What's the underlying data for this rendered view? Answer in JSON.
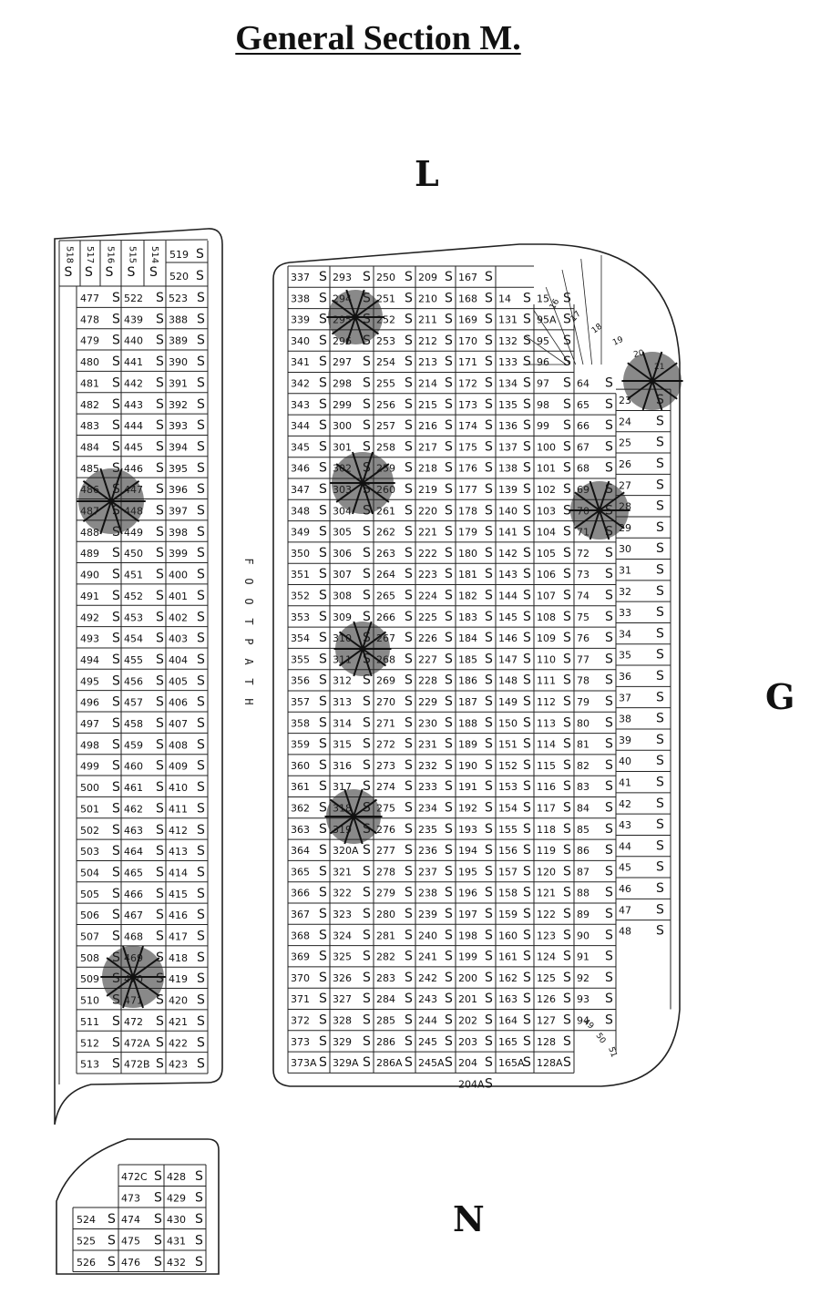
{
  "title": "General Section M.",
  "compass": {
    "north_label": "L",
    "east_label": "G",
    "south_label": "N"
  },
  "footpath": [
    "F",
    "O",
    "O",
    "T",
    "P",
    "A",
    "T",
    "H"
  ],
  "plot_marker": "S",
  "left_block": {
    "top_rotated": [
      "518",
      "517",
      "516",
      "515",
      "514"
    ],
    "top_right": [
      [
        "519",
        "S"
      ],
      [
        "520",
        "S"
      ]
    ],
    "rows": [
      [
        "477",
        "522",
        "523"
      ],
      [
        "478",
        "439",
        "388"
      ],
      [
        "479",
        "440",
        "389"
      ],
      [
        "480",
        "441",
        "390"
      ],
      [
        "481",
        "442",
        "391"
      ],
      [
        "482",
        "443",
        "392"
      ],
      [
        "483",
        "444",
        "393"
      ],
      [
        "484",
        "445",
        "394"
      ],
      [
        "485",
        "446",
        "395"
      ],
      [
        "486",
        "447",
        "396"
      ],
      [
        "487",
        "448",
        "397"
      ],
      [
        "488",
        "449",
        "398"
      ],
      [
        "489",
        "450",
        "399"
      ],
      [
        "490",
        "451",
        "400"
      ],
      [
        "491",
        "452",
        "401"
      ],
      [
        "492",
        "453",
        "402"
      ],
      [
        "493",
        "454",
        "403"
      ],
      [
        "494",
        "455",
        "404"
      ],
      [
        "495",
        "456",
        "405"
      ],
      [
        "496",
        "457",
        "406"
      ],
      [
        "497",
        "458",
        "407"
      ],
      [
        "498",
        "459",
        "408"
      ],
      [
        "499",
        "460",
        "409"
      ],
      [
        "500",
        "461",
        "410"
      ],
      [
        "501",
        "462",
        "411"
      ],
      [
        "502",
        "463",
        "412"
      ],
      [
        "503",
        "464",
        "413"
      ],
      [
        "504",
        "465",
        "414"
      ],
      [
        "505",
        "466",
        "415"
      ],
      [
        "506",
        "467",
        "416"
      ],
      [
        "507",
        "468",
        "417"
      ],
      [
        "508",
        "469",
        "418"
      ],
      [
        "509",
        "470",
        "419"
      ],
      [
        "510",
        "471",
        "420"
      ],
      [
        "511",
        "472",
        "421"
      ],
      [
        "512",
        "472A",
        "422"
      ],
      [
        "513",
        "472B",
        "423"
      ]
    ]
  },
  "bottom_block": {
    "rows": [
      [
        "",
        "472C",
        "428"
      ],
      [
        "",
        "473",
        "429"
      ],
      [
        "524",
        "474",
        "430"
      ],
      [
        "525",
        "475",
        "431"
      ],
      [
        "526",
        "476",
        "432"
      ]
    ]
  },
  "main_block": {
    "columns": [
      [
        "337",
        "338",
        "339",
        "340",
        "341",
        "342",
        "343",
        "344",
        "345",
        "346",
        "347",
        "348",
        "349",
        "350",
        "351",
        "352",
        "353",
        "354",
        "355",
        "356",
        "357",
        "358",
        "359",
        "360",
        "361",
        "362",
        "363",
        "364",
        "365",
        "366",
        "367",
        "368",
        "369",
        "370",
        "371",
        "372",
        "373",
        "373A"
      ],
      [
        "293",
        "294",
        "295",
        "296",
        "297",
        "298",
        "299",
        "300",
        "301",
        "302",
        "303",
        "304",
        "305",
        "306",
        "307",
        "308",
        "309",
        "310",
        "311",
        "312",
        "313",
        "314",
        "315",
        "316",
        "317",
        "318",
        "319",
        "320A",
        "321",
        "322",
        "323",
        "324",
        "325",
        "326",
        "327",
        "328",
        "329",
        "329A"
      ],
      [
        "250",
        "251",
        "252",
        "253",
        "254",
        "255",
        "256",
        "257",
        "258",
        "259",
        "260",
        "261",
        "262",
        "263",
        "264",
        "265",
        "266",
        "267",
        "268",
        "269",
        "270",
        "271",
        "272",
        "273",
        "274",
        "275",
        "276",
        "277",
        "278",
        "279",
        "280",
        "281",
        "282",
        "283",
        "284",
        "285",
        "286",
        "286A"
      ],
      [
        "209",
        "210",
        "211",
        "212",
        "213",
        "214",
        "215",
        "216",
        "217",
        "218",
        "219",
        "220",
        "221",
        "222",
        "223",
        "224",
        "225",
        "226",
        "227",
        "228",
        "229",
        "230",
        "231",
        "232",
        "233",
        "234",
        "235",
        "236",
        "237",
        "238",
        "239",
        "240",
        "241",
        "242",
        "243",
        "244",
        "245",
        "245A"
      ],
      [
        "167",
        "168",
        "169",
        "170",
        "171",
        "172",
        "173",
        "174",
        "175",
        "176",
        "177",
        "178",
        "179",
        "180",
        "181",
        "182",
        "183",
        "184",
        "185",
        "186",
        "187",
        "188",
        "189",
        "190",
        "191",
        "192",
        "193",
        "194",
        "195",
        "196",
        "197",
        "198",
        "199",
        "200",
        "201",
        "202",
        "203",
        "204",
        "204A"
      ],
      [
        "",
        "14",
        "131",
        "132",
        "133",
        "134",
        "135",
        "136",
        "137",
        "138",
        "139",
        "140",
        "141",
        "142",
        "143",
        "144",
        "145",
        "146",
        "147",
        "148",
        "149",
        "150",
        "151",
        "152",
        "153",
        "154",
        "155",
        "156",
        "157",
        "158",
        "159",
        "160",
        "161",
        "162",
        "163",
        "164",
        "165",
        "165A"
      ],
      [
        "",
        "15",
        "95A",
        "95",
        "96",
        "97",
        "98",
        "99",
        "100",
        "101",
        "102",
        "103",
        "104",
        "105",
        "106",
        "107",
        "108",
        "109",
        "110",
        "111",
        "112",
        "113",
        "114",
        "115",
        "116",
        "117",
        "118",
        "119",
        "120",
        "121",
        "122",
        "123",
        "124",
        "125",
        "126",
        "127",
        "128",
        "128A"
      ],
      [
        "",
        "",
        "",
        "",
        "",
        "64",
        "65",
        "66",
        "67",
        "68",
        "69",
        "70",
        "71",
        "72",
        "73",
        "74",
        "75",
        "76",
        "77",
        "78",
        "79",
        "80",
        "81",
        "82",
        "83",
        "84",
        "85",
        "86",
        "87",
        "88",
        "89",
        "90",
        "91",
        "92",
        "93",
        "94"
      ]
    ],
    "fan_top": [
      "16",
      "17",
      "18",
      "19",
      "20",
      "21"
    ],
    "right_strip": [
      "23",
      "24",
      "25",
      "26",
      "27",
      "28",
      "29",
      "30",
      "31",
      "32",
      "33",
      "34",
      "35",
      "36",
      "37",
      "38",
      "39",
      "40",
      "41",
      "42",
      "43",
      "44",
      "45",
      "46",
      "47",
      "48"
    ],
    "fan_bottom": [
      "49",
      "50",
      "51"
    ]
  }
}
